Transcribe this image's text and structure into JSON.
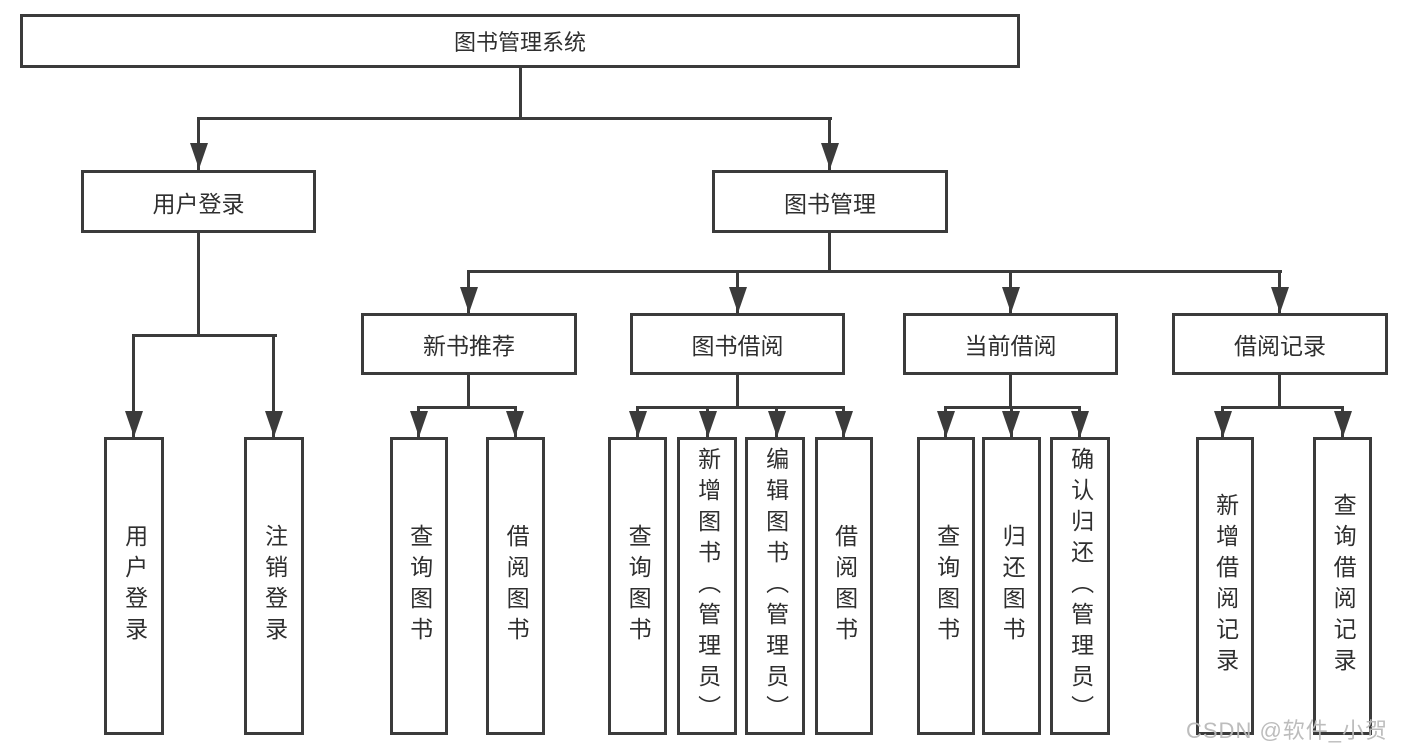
{
  "tree": {
    "root": "图书管理系统",
    "login": {
      "label": "用户登录",
      "children": [
        "用户登录",
        "注销登录"
      ]
    },
    "mgmt": {
      "label": "图书管理",
      "sections": [
        {
          "label": "新书推荐",
          "children": [
            "查询图书",
            "借阅图书"
          ]
        },
        {
          "label": "图书借阅",
          "children": [
            "查询图书",
            "新增图书（管理员）",
            "编辑图书（管理员）",
            "借阅图书"
          ]
        },
        {
          "label": "当前借阅",
          "children": [
            "查询图书",
            "归还图书",
            "确认归还（管理员）"
          ]
        },
        {
          "label": "借阅记录",
          "children": [
            "新增借阅记录",
            "查询借阅记录"
          ]
        }
      ]
    }
  },
  "watermark": {
    "text": "CSDN @软件_小贺同学"
  },
  "colors": {
    "line": "#3b3b3b",
    "text": "#2f2f2f",
    "watermark": "#b9b9b9",
    "background": "#ffffff"
  }
}
